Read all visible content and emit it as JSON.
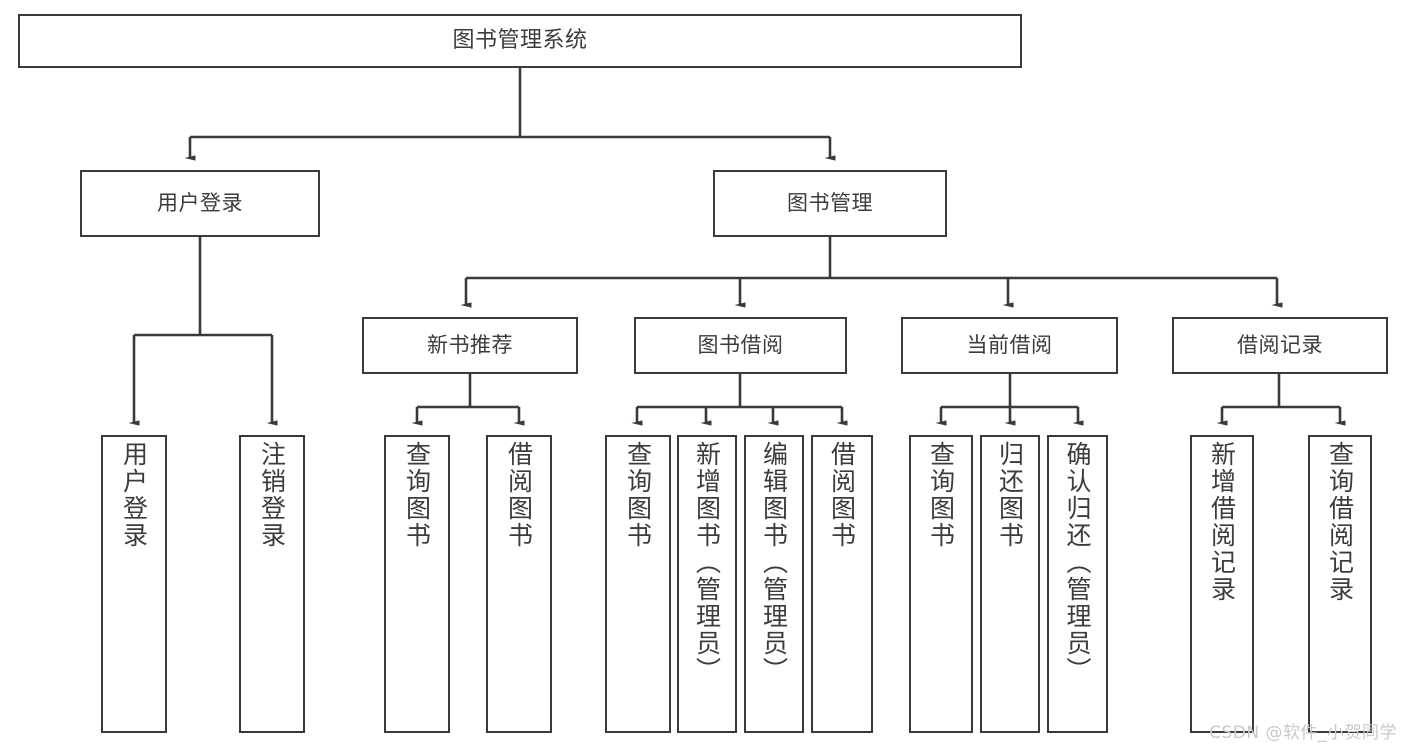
{
  "diagram": {
    "title": "图书管理系统",
    "watermark": "CSDN @软件_小贺同学",
    "line_color": "#3a3a3a",
    "text_color": "#3c3c3c",
    "background": "#ffffff",
    "levels": {
      "root": {
        "label": "图书管理系统"
      },
      "level2": [
        {
          "label": "用户登录"
        },
        {
          "label": "图书管理"
        }
      ],
      "level3": [
        {
          "label": "新书推荐"
        },
        {
          "label": "图书借阅"
        },
        {
          "label": "当前借阅"
        },
        {
          "label": "借阅记录"
        }
      ],
      "leaves": {
        "user_login": [
          {
            "label": "用户登录"
          },
          {
            "label": "注销登录"
          }
        ],
        "new_book_recommend": [
          {
            "label": "查询图书"
          },
          {
            "label": "借阅图书"
          }
        ],
        "book_borrow": [
          {
            "label": "查询图书"
          },
          {
            "label": "新增图书（管理员）"
          },
          {
            "label": "编辑图书（管理员）"
          },
          {
            "label": "借阅图书"
          }
        ],
        "current_borrow": [
          {
            "label": "查询图书"
          },
          {
            "label": "归还图书"
          },
          {
            "label": "确认归还（管理员）"
          }
        ],
        "borrow_record": [
          {
            "label": "新增借阅记录"
          },
          {
            "label": "查询借阅记录"
          }
        ]
      }
    }
  }
}
